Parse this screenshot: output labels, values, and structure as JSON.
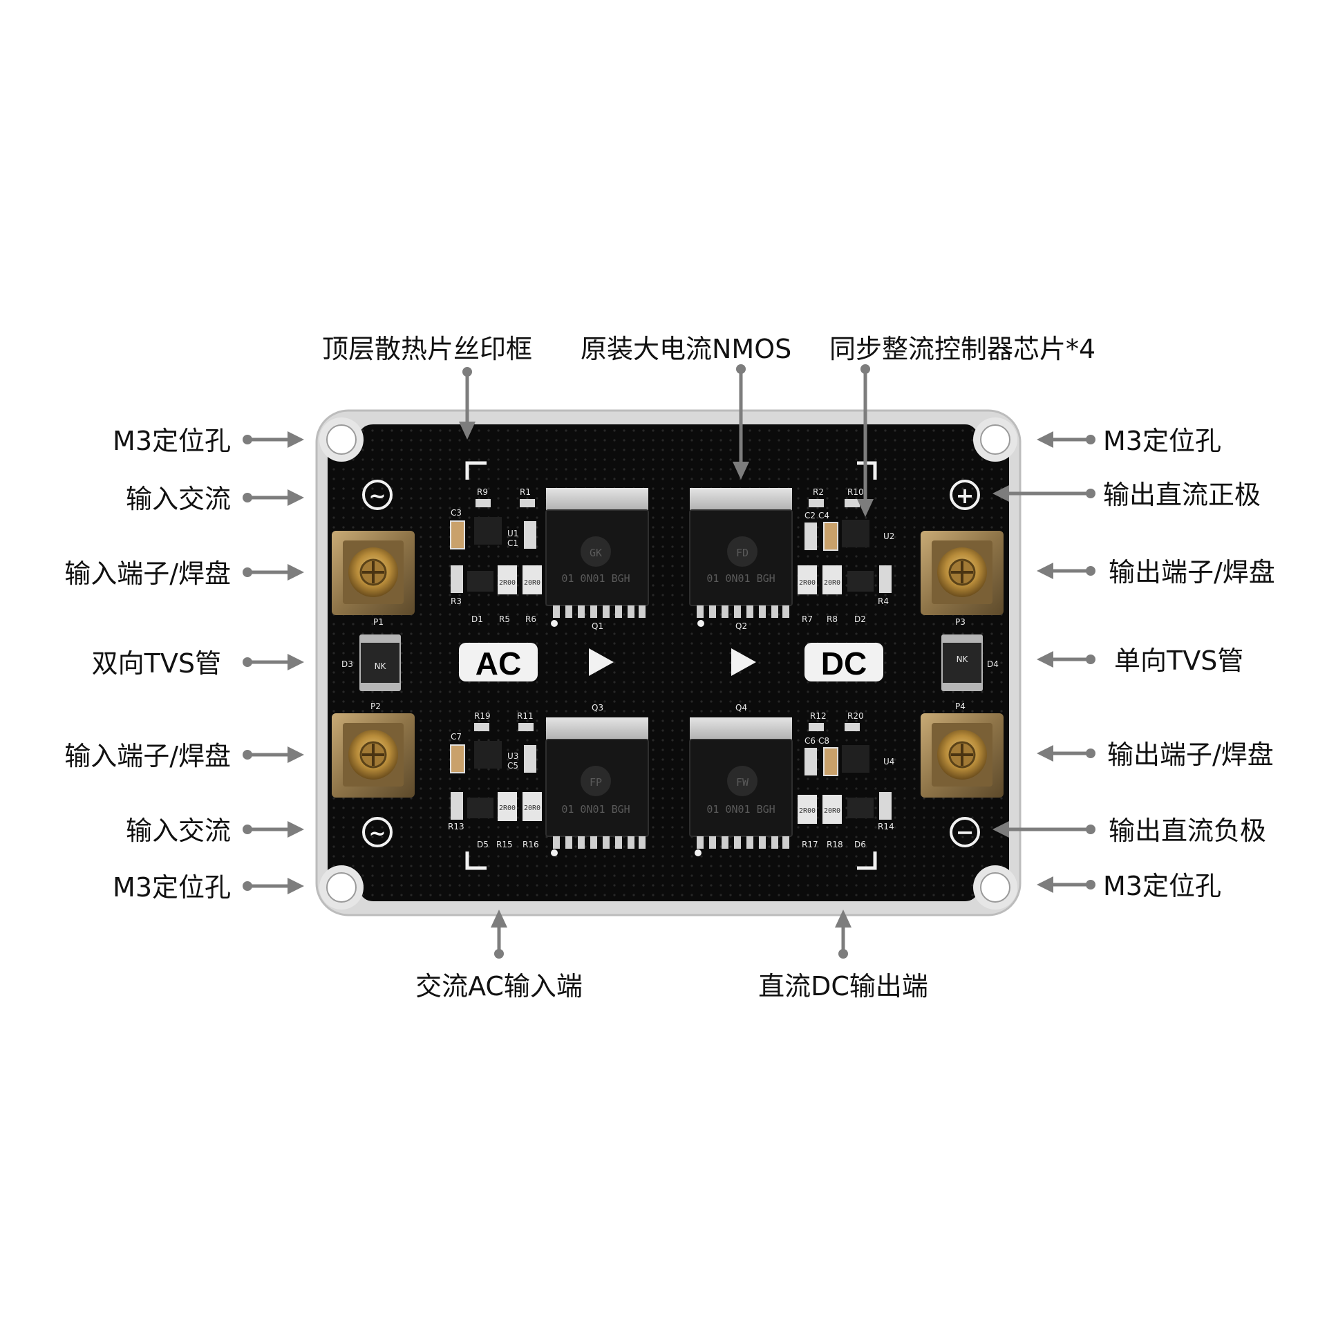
{
  "colors": {
    "board": "#0b0b0b",
    "board_edge": "#dcdcdc",
    "silk": "#f2f2f2",
    "callout": "#7d7d7d",
    "label_text": "#111111",
    "terminal_brass": "#b88c3a"
  },
  "board": {
    "flow": {
      "input_label": "AC",
      "output_label": "DC"
    },
    "terminal_symbols": {
      "ac": "~",
      "plus": "+",
      "minus": "−"
    },
    "mosfets": [
      {
        "ref": "Q1",
        "marking": "01 0N01 BGH",
        "logo": "GK"
      },
      {
        "ref": "Q2",
        "marking": "01 0N01 BGH",
        "logo": "FD"
      },
      {
        "ref": "Q3",
        "marking": "01 0N01 BGH",
        "logo": "FP"
      },
      {
        "ref": "Q4",
        "marking": "01 0N01 BGH",
        "logo": "FW"
      }
    ],
    "tvs": [
      {
        "ref": "D3",
        "pad_top": "P1",
        "pad_bottom": "P2",
        "marking": "NK"
      },
      {
        "ref": "D4",
        "pad_top": "P3",
        "pad_bottom": "P4",
        "marking": "NK"
      }
    ],
    "designators": {
      "tl_r9": "R9",
      "tl_r1": "R1",
      "tl_c3": "C3",
      "tl_u1": "U1",
      "tl_c1": "C1",
      "tl_r3": "R3",
      "tl_d1": "D1",
      "tl_r5": "R5",
      "tl_r6": "R6",
      "tr_r2": "R2",
      "tr_r10": "R10",
      "tr_c2": "C2",
      "tr_c4": "C4",
      "tr_u2": "U2",
      "tr_r7": "R7",
      "tr_r8": "R8",
      "tr_d2": "D2",
      "tr_r4": "R4",
      "bl_r19": "R19",
      "bl_r11": "R11",
      "bl_c7": "C7",
      "bl_u3": "U3",
      "bl_c5": "C5",
      "bl_r13": "R13",
      "bl_d5": "D5",
      "bl_r15": "R15",
      "bl_r16": "R16",
      "br_r12": "R12",
      "br_r20": "R20",
      "br_c6": "C6",
      "br_c8": "C8",
      "br_u4": "U4",
      "br_r17": "R17",
      "br_r18": "R18",
      "br_d6": "D6",
      "br_r14": "R14"
    },
    "resistor_values": {
      "r5": "2R00",
      "r6": "20R0",
      "r7": "2R00",
      "r8": "20R0",
      "r15": "2R00",
      "r16": "20R0",
      "r17": "2R00",
      "r18": "20R0"
    }
  },
  "callouts": {
    "top_heatsink": "顶层散热片丝印框",
    "top_nmos": "原装大电流NMOS",
    "top_controller": "同步整流控制器芯片*4",
    "left_m3_top": "M3定位孔",
    "left_ac_top": "输入交流",
    "left_terminal_top": "输入端子/焊盘",
    "left_tvs": "双向TVS管",
    "left_terminal_bottom": "输入端子/焊盘",
    "left_ac_bottom": "输入交流",
    "left_m3_bottom": "M3定位孔",
    "right_m3_top": "M3定位孔",
    "right_dc_plus": "输出直流正极",
    "right_terminal_top": "输出端子/焊盘",
    "right_tvs": "单向TVS管",
    "right_terminal_bottom": "输出端子/焊盘",
    "right_dc_minus": "输出直流负极",
    "right_m3_bottom": "M3定位孔",
    "bottom_ac_input": "交流AC输入端",
    "bottom_dc_output": "直流DC输出端"
  }
}
